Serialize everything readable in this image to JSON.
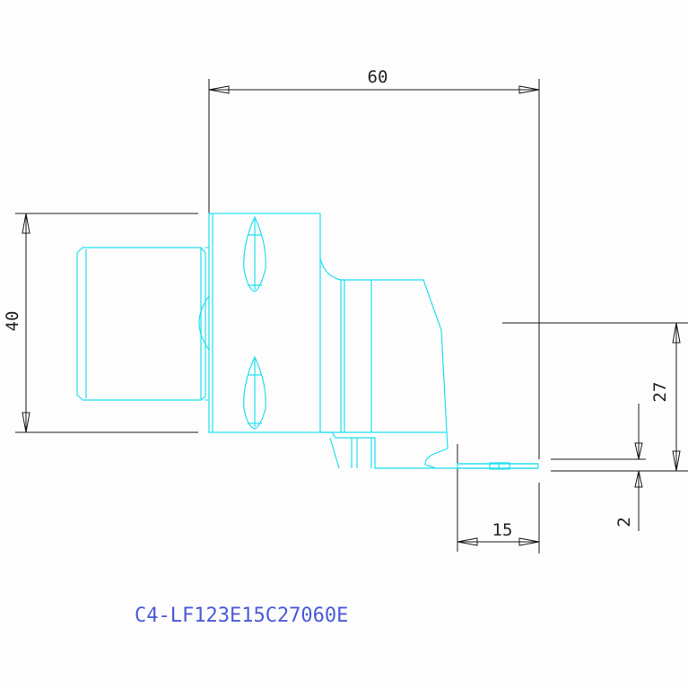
{
  "dimensions": {
    "width": "60",
    "height": "40",
    "offset": "27",
    "reach": "15",
    "step": "2"
  },
  "part_code": "C4-LF123E15C27060E",
  "colors": {
    "part": "#20e0f0",
    "dimension": "#1a1a1a",
    "code": "#4a5bd8"
  }
}
